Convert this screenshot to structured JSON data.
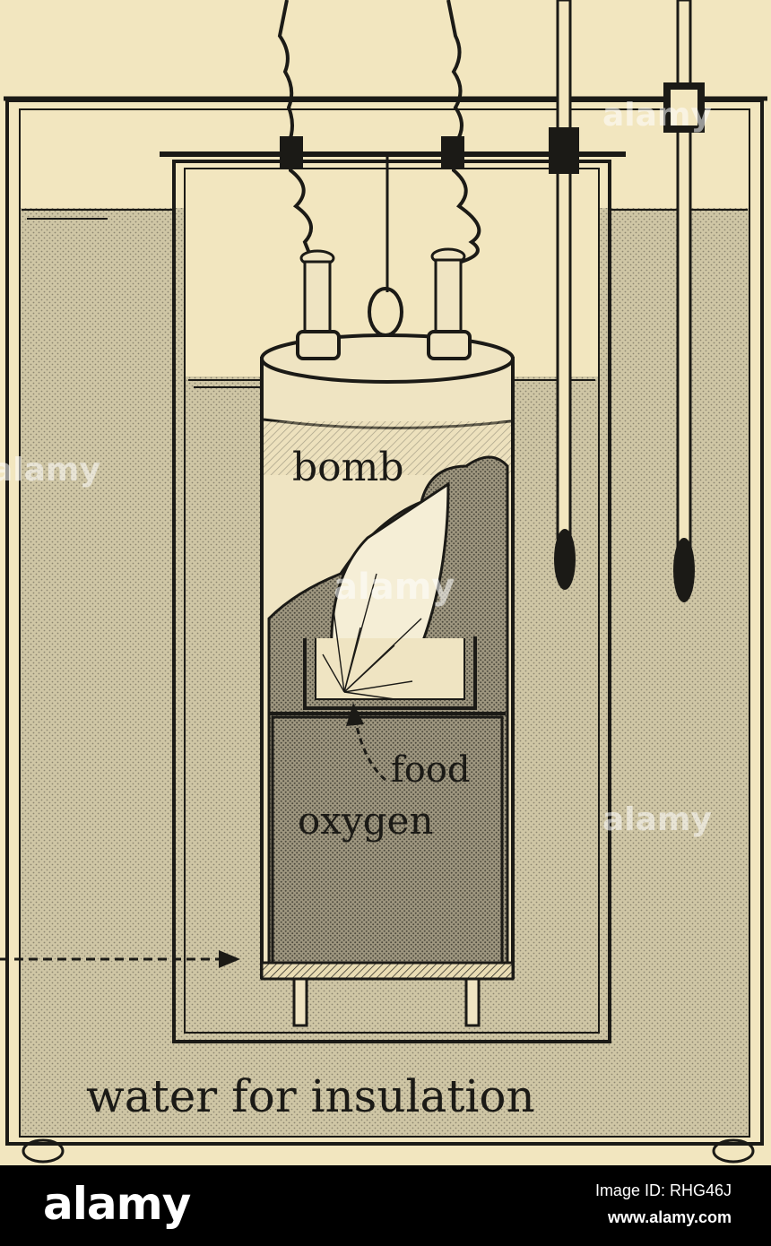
{
  "diagram": {
    "labels": {
      "bomb": "bomb",
      "food": "food",
      "oxygen": "oxygen",
      "water": "water for insulation"
    }
  },
  "watermarks": [
    "alamy",
    "alamy",
    "alamy",
    "alamy"
  ],
  "footer": {
    "logo": "alamy",
    "image_id": "Image ID: RHG46J",
    "site": "www.alamy.com"
  },
  "colors": {
    "paper": "#f2e6bf",
    "ink": "#1b1a16",
    "water": "#cfc6a5",
    "bomb_interior": "#9f9780"
  }
}
